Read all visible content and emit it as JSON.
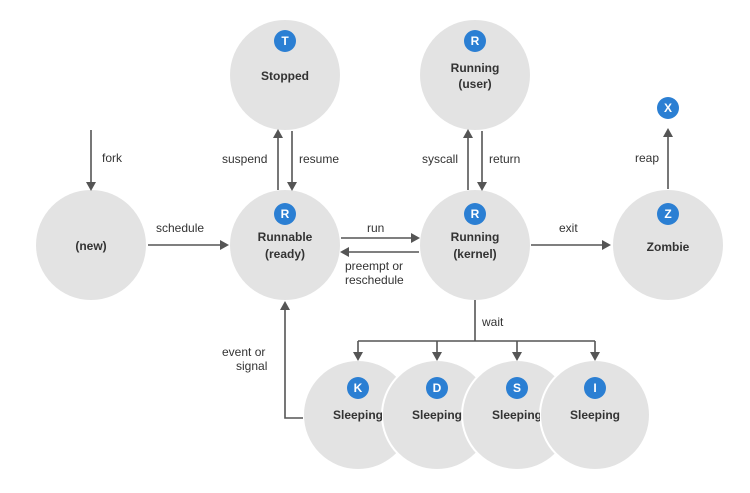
{
  "states": {
    "new": {
      "label": "(new)"
    },
    "stopped": {
      "badge": "T",
      "label": "Stopped"
    },
    "running_user": {
      "badge": "R",
      "label_line1": "Running",
      "label_line2": "(user)"
    },
    "runnable": {
      "badge": "R",
      "label_line1": "Runnable",
      "label_line2": "(ready)"
    },
    "running_kernel": {
      "badge": "R",
      "label_line1": "Running",
      "label_line2": "(kernel)"
    },
    "zombie": {
      "badge": "Z",
      "label": "Zombie"
    },
    "exited": {
      "badge": "X"
    },
    "sleeping": [
      {
        "badge": "K",
        "label": "Sleeping"
      },
      {
        "badge": "D",
        "label": "Sleeping"
      },
      {
        "badge": "S",
        "label": "Sleeping"
      },
      {
        "badge": "I",
        "label": "Sleeping"
      }
    ]
  },
  "edges": {
    "fork": "fork",
    "schedule": "schedule",
    "suspend": "suspend",
    "resume": "resume",
    "syscall": "syscall",
    "return": "return",
    "run": "run",
    "preempt_line1": "preempt or",
    "preempt_line2": "reschedule",
    "exit": "exit",
    "reap": "reap",
    "wait": "wait",
    "event_line1": "event or",
    "event_line2": "signal"
  },
  "colors": {
    "state_fill": "#e3e3e3",
    "badge_fill": "#2b7fd3",
    "line": "#555555",
    "text": "#333333"
  }
}
